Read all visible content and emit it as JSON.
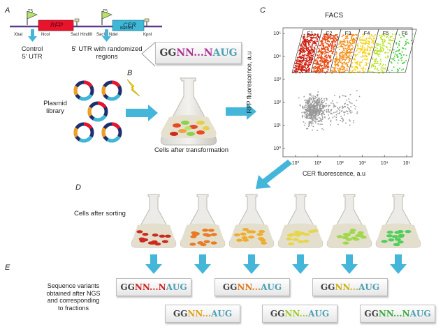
{
  "panels": {
    "a": "A",
    "b": "B",
    "c": "C",
    "d": "D",
    "e": "E"
  },
  "construct": {
    "promoter": "T5",
    "rfp": "RFP",
    "cer": "CER",
    "sites": [
      "XbaI",
      "NcoI",
      "SacI",
      "HindIII",
      "SacI",
      "NdeI",
      "BamHI",
      "KpnI"
    ],
    "control_label": "Control\n5' UTR",
    "random_label": "5' UTR with randomized\nregions",
    "seq": {
      "gg": "GG",
      "nn": "NN...N",
      "aug": "AUG"
    }
  },
  "plasmid_library_label": "Plasmid\nlibrary",
  "transformation_label": "Cells after transformation",
  "facs": {
    "title": "FACS",
    "xlabel": "CER fluorescence, a.u",
    "ylabel": "RFP fluorescence, a.u",
    "x_ticks": [
      "10^0",
      "10^1",
      "10^2",
      "10^3",
      "10^4",
      "10^5"
    ],
    "y_ticks": [
      "10^0",
      "10^1",
      "10^2",
      "10^3",
      "10^4",
      "10^5"
    ],
    "gates": [
      "F1",
      "F2",
      "F3",
      "F4",
      "F5",
      "F6"
    ],
    "gate_colors": [
      "#cc1f10",
      "#e84a12",
      "#f3901a",
      "#f6d21c",
      "#b6e21e",
      "#3ccf34"
    ]
  },
  "sorting_label": "Cells after sorting",
  "flask_colors": [
    "#cc2a1e",
    "#ea7a24",
    "#efad2e",
    "#e6d64a",
    "#9fd84a",
    "#4fcf5a"
  ],
  "ngs_label": "Sequence variants\nobtained after NGS\nand corresponding\nto fractions",
  "variants": [
    {
      "nn": "NN...N",
      "nn_color": "#cc2222"
    },
    {
      "nn": "NN...",
      "nn_color": "#e07a1a"
    },
    {
      "nn": "NN...",
      "nn_color": "#c9b21a"
    },
    {
      "nn": "NN...",
      "nn_color": "#e0a01a"
    },
    {
      "nn": "NN...",
      "nn_color": "#9ccc22"
    },
    {
      "nn": "NN...N",
      "nn_color": "#3caa3c"
    }
  ],
  "colors": {
    "arrow": "#43b6da",
    "rfp_box": "#e8142c",
    "cer_box": "#3fb8d8",
    "magenta": "#b0329a"
  }
}
